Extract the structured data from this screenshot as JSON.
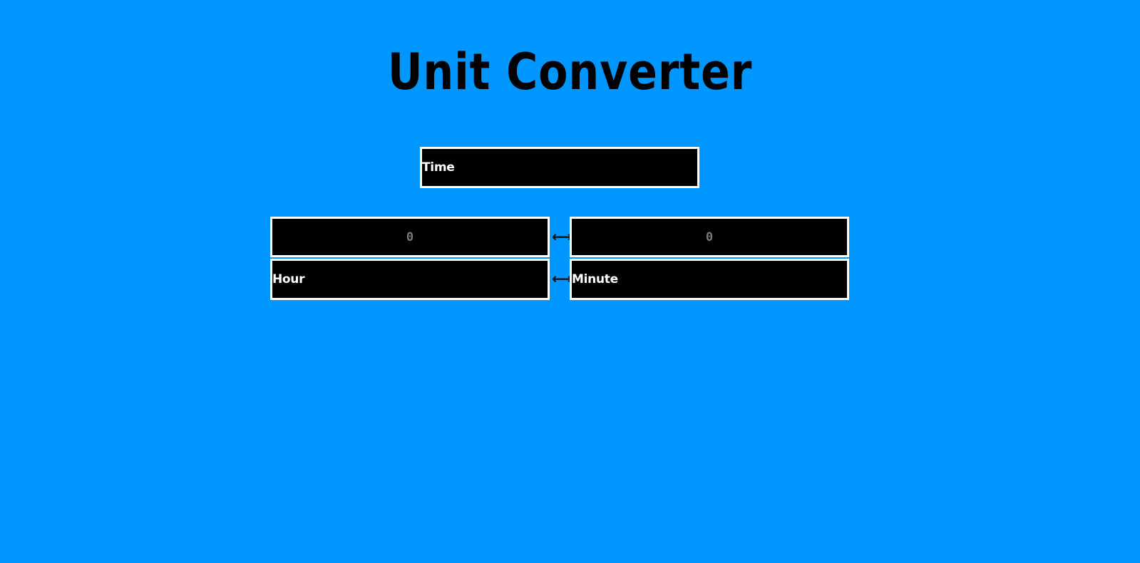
{
  "page": {
    "title": "Unit Converter",
    "background_color": "#0096ff"
  },
  "category_select": {
    "selected": "Time"
  },
  "converter": {
    "left": {
      "value": "",
      "placeholder": "0",
      "unit": "Hour"
    },
    "right": {
      "value": "",
      "placeholder": "0",
      "unit": "Minute"
    },
    "arrows": {
      "value_arrow_icon": "left-right-arrow-icon",
      "unit_arrow_icon": "left-right-arrow-icon",
      "glyph": "⟷"
    }
  }
}
